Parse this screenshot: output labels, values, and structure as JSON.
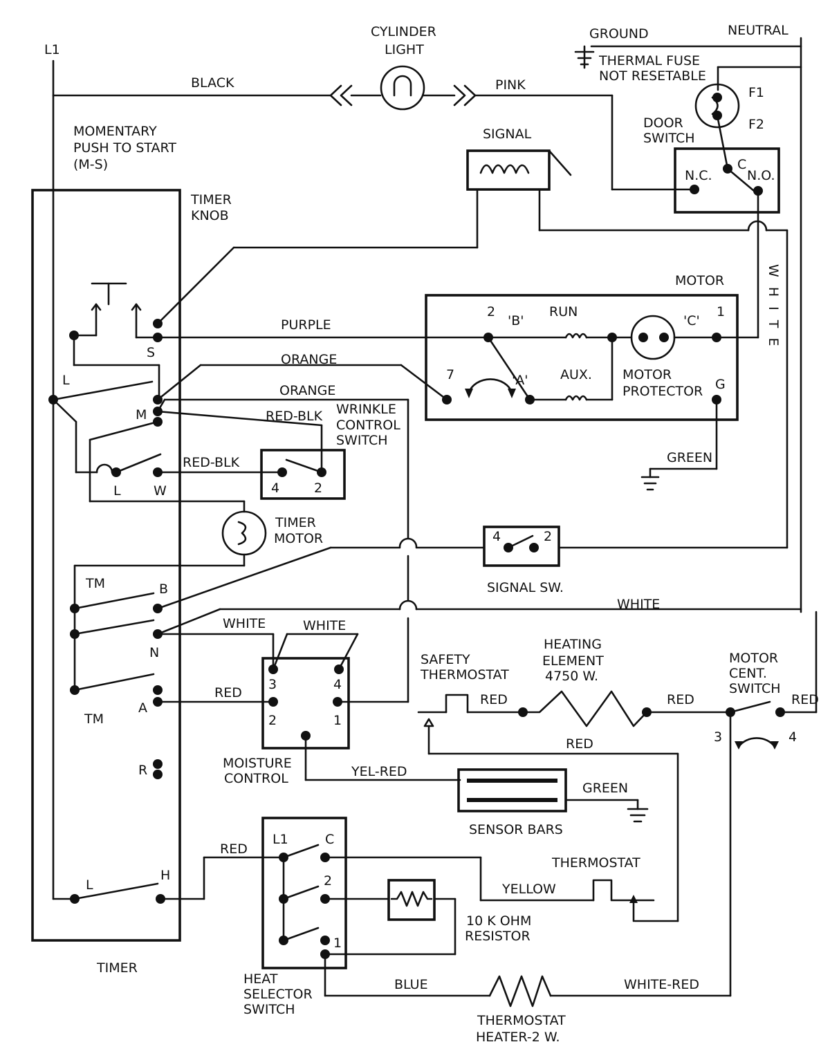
{
  "power": {
    "l1": "L1",
    "neutral": "NEUTRAL",
    "ground": "GROUND"
  },
  "wire_colors": {
    "black": "BLACK",
    "pink": "PINK",
    "purple": "PURPLE",
    "orange_1": "ORANGE",
    "orange_2": "ORANGE",
    "red_blk_1": "RED-BLK",
    "red_blk_2": "RED-BLK",
    "white_vertical": "W H I T E",
    "white_main": "WHITE",
    "white_n": "WHITE",
    "white_34": "WHITE",
    "red_a": "RED",
    "green_motor": "GREEN",
    "yel_red": "YEL-RED",
    "green_sensor": "GREEN",
    "red_st": "RED",
    "red_he": "RED",
    "red_mid": "RED",
    "red_cs": "RED",
    "red_h": "RED",
    "yellow": "YELLOW",
    "blue": "BLUE",
    "white_red": "WHITE-RED"
  },
  "components": {
    "cylinder_light": [
      "CYLINDER",
      "LIGHT"
    ],
    "thermal_fuse": [
      "THERMAL FUSE",
      "NOT RESETABLE"
    ],
    "fuse_pins": {
      "f1": "F1",
      "f2": "F2"
    },
    "door_switch": {
      "label": [
        "DOOR",
        "SWITCH"
      ],
      "nc": "N.C.",
      "c": "C",
      "no": "N.O."
    },
    "signal": "SIGNAL",
    "momentary": [
      "MOMENTARY",
      "PUSH TO START",
      "(M-S)"
    ],
    "timer_knob": [
      "TIMER",
      "KNOB"
    ],
    "motor": {
      "title": "MOTOR",
      "pin2": "2",
      "b": "'B'",
      "run": "RUN",
      "c": "'C'",
      "pin1": "1",
      "pin7": "7",
      "a": "'A'",
      "aux": "AUX.",
      "protector": [
        "MOTOR",
        "PROTECTOR"
      ],
      "g": "G"
    },
    "wrinkle": {
      "label": [
        "WRINKLE",
        "CONTROL",
        "SWITCH"
      ],
      "p4": "4",
      "p2": "2"
    },
    "timer_motor": [
      "TIMER",
      "MOTOR"
    ],
    "signal_sw": {
      "label": "SIGNAL SW.",
      "p4": "4",
      "p2": "2"
    },
    "moisture": {
      "label": [
        "MOISTURE",
        "CONTROL"
      ],
      "p3": "3",
      "p4": "4",
      "p2": "2",
      "p1": "1"
    },
    "safety_thermostat": [
      "SAFETY",
      "THERMOSTAT"
    ],
    "heating_element": [
      "HEATING",
      "ELEMENT",
      "4750 W."
    ],
    "motor_cent": {
      "label": [
        "MOTOR",
        "CENT.",
        "SWITCH"
      ],
      "p3": "3",
      "p4": "4"
    },
    "sensor_bars": "SENSOR BARS",
    "heat_selector": {
      "label": [
        "HEAT",
        "SELECTOR",
        "SWITCH"
      ],
      "l1": "L1",
      "c": "C",
      "p2": "2",
      "p1": "1"
    },
    "thermostat": "THERMOSTAT",
    "resistor": [
      "10 K OHM",
      "RESISTOR"
    ],
    "thermostat_heater": [
      "THERMOSTAT",
      "HEATER-2 W."
    ]
  },
  "timer": {
    "title": "TIMER",
    "terminals": {
      "s": "S",
      "l": "L",
      "m": "M",
      "l2": "L",
      "w": "W",
      "tm1": "TM",
      "b": "B",
      "n": "N",
      "tm2": "TM",
      "a": "A",
      "r": "R",
      "l3": "L",
      "h": "H"
    }
  }
}
